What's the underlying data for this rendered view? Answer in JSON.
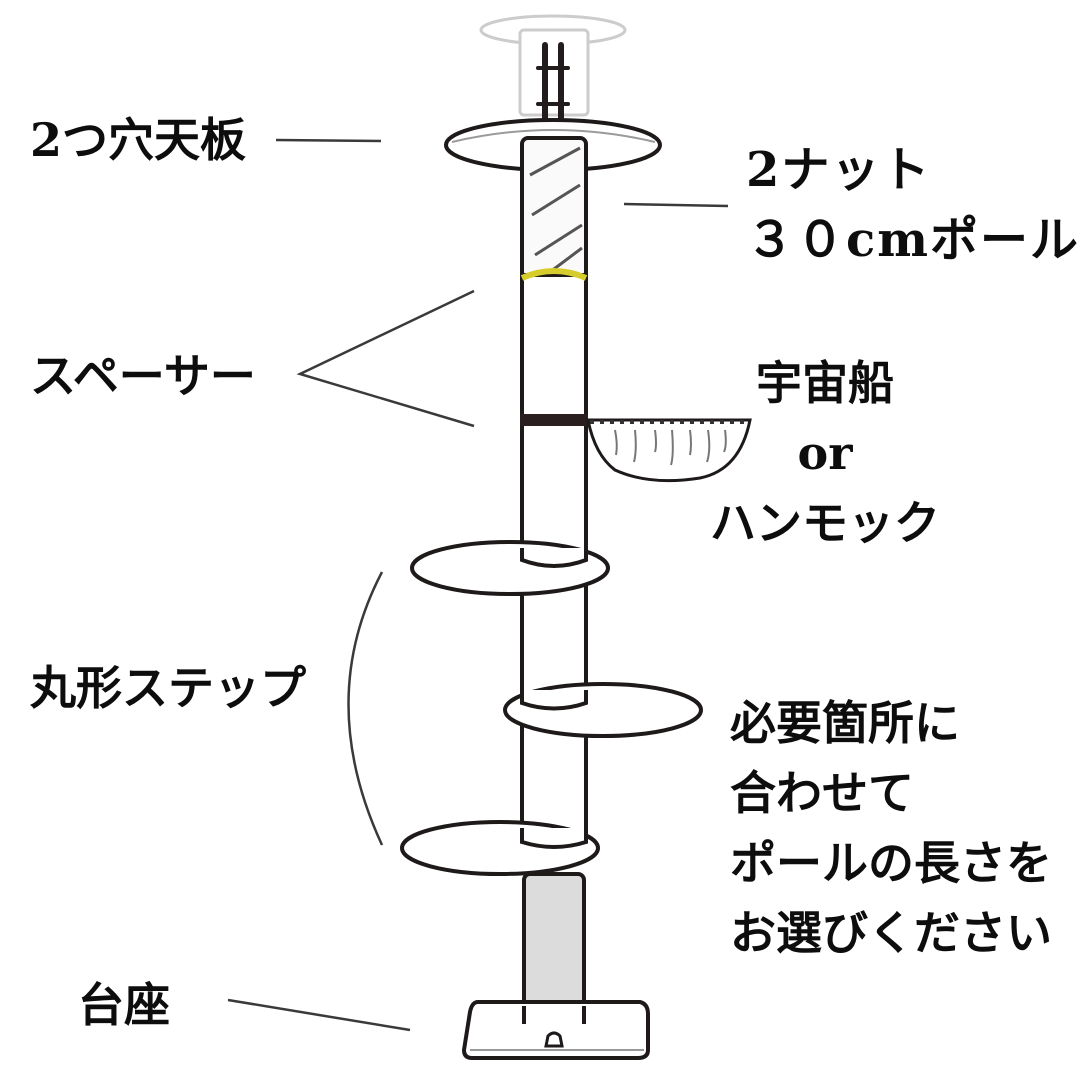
{
  "diagram": {
    "type": "product-parts-diagram",
    "subject": "cat tower pole",
    "labels": {
      "top_board": "2つ穴天板",
      "nut_pole_line1": "2ナット",
      "nut_pole_line2": "３０cmポール",
      "spacer": "スペーサー",
      "hammock_line1": "宇宙船",
      "hammock_line2": "or",
      "hammock_line3": "ハンモック",
      "round_steps": "丸形ステップ",
      "base": "台座",
      "note_lines": [
        "必要箇所に",
        "合わせて",
        "ポールの長さを",
        "お選びください"
      ]
    },
    "colors": {
      "outline": "#1e1a1a",
      "leader_line": "#3a3a3a",
      "spacer_yellow": "#d6cc2c",
      "spacer_dark": "#2a1f1f",
      "bottom_pole_fill": "#dcdcdc",
      "ceiling_ghost": "#cfcfcf"
    }
  }
}
